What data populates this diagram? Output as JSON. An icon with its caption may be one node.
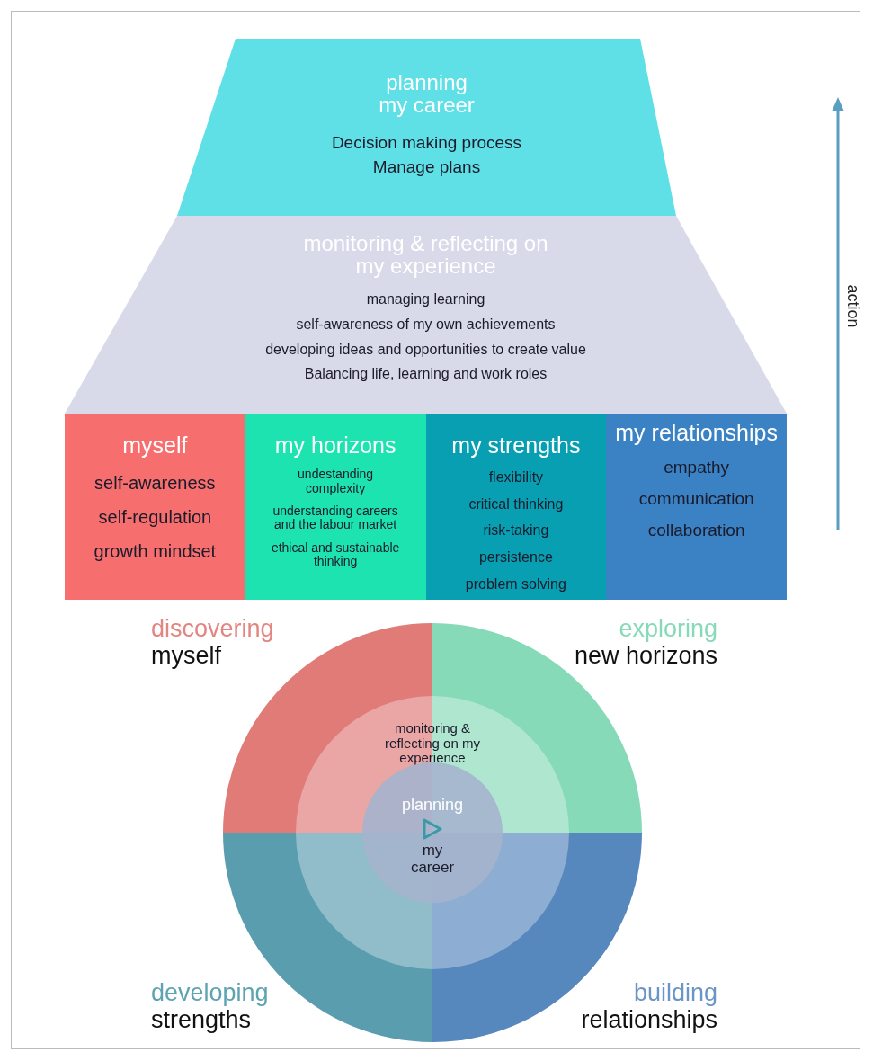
{
  "diagram": {
    "nodes": [
      {
        "text": [
          "planning my career",
          "Decision making process",
          "Manage plans"
        ]
      },
      {
        "text": [
          "monitoring & reflecting on my experience",
          "managing learning",
          "self-awareness of my own achievements",
          "developing ideas and opportunities to create value",
          "Balancing life, learning and work roles"
        ]
      },
      {
        "text": [
          "myself",
          "self-awareness",
          "self-regulation",
          "growth mindset"
        ]
      },
      {
        "text": [
          "my horizons",
          "undestanding complexity",
          "understanding careers and the labour market",
          "ethical and sustainable thinking"
        ]
      },
      {
        "text": [
          "my strengths",
          "flexibility",
          "critical thinking",
          "risk-taking",
          "persistence",
          "problem solving"
        ]
      },
      {
        "text": [
          "my relationships",
          "empathy",
          "communication",
          "collaboration"
        ]
      },
      {
        "text": [
          "monitoring & reflecting on my experience"
        ]
      },
      {
        "text": [
          "planning",
          "my career"
        ],
        "in": 6
      }
    ],
    "edges": [],
    "labels": [
      "action",
      "discovering",
      "myself",
      "exploring",
      "new horizons",
      "developing",
      "strengths",
      "building",
      "relationships"
    ]
  }
}
